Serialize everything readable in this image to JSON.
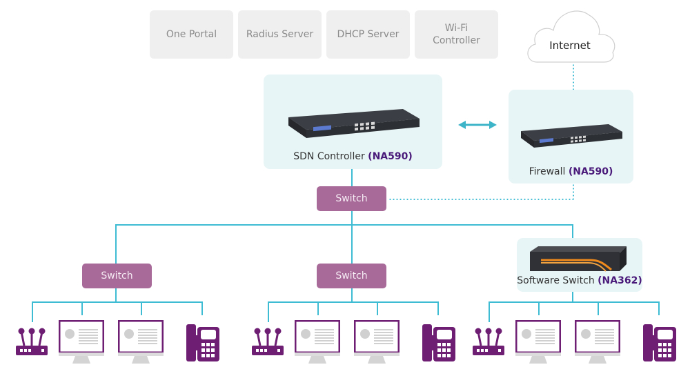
{
  "services": [
    {
      "label": "One Portal"
    },
    {
      "label": "Radius Server"
    },
    {
      "label": "DHCP Server"
    },
    {
      "label": "Wi-Fi\nController"
    }
  ],
  "internet": {
    "label": "Internet"
  },
  "sdn_controller": {
    "name": "SDN Controller",
    "model": "(NA590)"
  },
  "firewall": {
    "name": "Firewall",
    "model": "(NA590)"
  },
  "software_switch": {
    "name": "Software Switch",
    "model": "(NA362)"
  },
  "switches": {
    "core": "Switch",
    "left": "Switch",
    "middle": "Switch"
  },
  "endpoints": [
    "router-icon",
    "monitor-icon",
    "monitor-icon",
    "ip-phone-icon"
  ],
  "colors": {
    "wire": "#3dbcd4",
    "switch": "#a86a99",
    "device_purple": "#6e1e73",
    "model_text": "#4a1a7a",
    "panel": "#e8f5f6",
    "service_box": "#efefef"
  }
}
